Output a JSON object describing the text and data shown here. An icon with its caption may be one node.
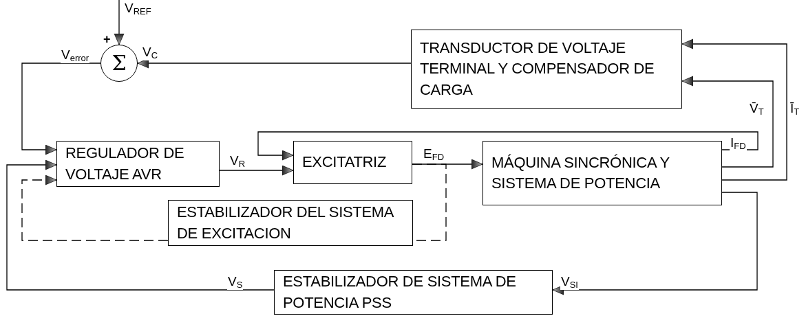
{
  "diagram": {
    "nodes": [
      {
        "text": [
          "Σ"
        ]
      },
      {
        "text": [
          "TRANSDUCTOR DE VOLTAJE TERMINAL Y COMPENSADOR DE CARGA"
        ]
      },
      {
        "text": [
          "REGULADOR DE VOLTAJE AVR"
        ]
      },
      {
        "text": [
          "EXCITATRIZ"
        ]
      },
      {
        "text": [
          "MÁQUINA SINCRÓNICA Y SISTEMA DE POTENCIA"
        ]
      },
      {
        "text": [
          "ESTABILIZADOR DEL SISTEMA DE EXCITACION"
        ]
      },
      {
        "text": [
          "ESTABILIZADOR DE SISTEMA DE POTENCIA PSS"
        ]
      }
    ],
    "edges": [
      {
        "from": null,
        "to": 0,
        "arrow": "to",
        "label": "V$_{REF}$"
      },
      {
        "from": 1,
        "to": 0,
        "arrow": "to",
        "label": "V$_{C}$"
      },
      {
        "from": 0,
        "to": 2,
        "arrow": "to",
        "label": "V$_{error}$"
      },
      {
        "from": 2,
        "to": 3,
        "arrow": "to",
        "label": "V$_{R}$"
      },
      {
        "from": 3,
        "to": 4,
        "arrow": "to",
        "label": "E$_{FD}$"
      },
      {
        "from": 4,
        "to": 3,
        "arrow": "to",
        "label": "I$_{FD}$"
      },
      {
        "from": 4,
        "to": 1,
        "arrow": "to",
        "label": "V̄$_{T}$"
      },
      {
        "from": 4,
        "to": 1,
        "arrow": "to",
        "label": "Ī$_{T}$"
      },
      {
        "from": 3,
        "to": 5,
        "arrow": "none",
        "style": "dashed"
      },
      {
        "from": 5,
        "to": 2,
        "arrow": "to",
        "style": "dashed"
      },
      {
        "from": 4,
        "to": 6,
        "arrow": "to",
        "label": "V$_{SI}$"
      },
      {
        "from": 6,
        "to": 2,
        "arrow": "to",
        "label": "V$_{S}$"
      }
    ],
    "labels": [
      "+"
    ]
  }
}
